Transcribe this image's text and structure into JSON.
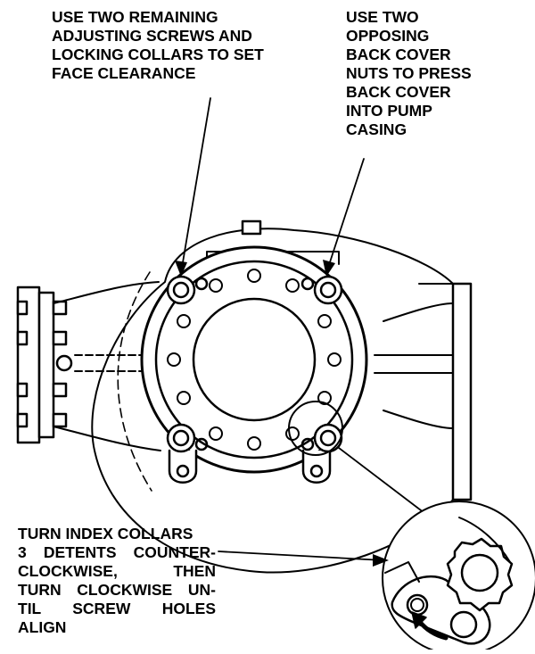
{
  "callouts": {
    "face_clearance": [
      "USE TWO REMAINING",
      "ADJUSTING SCREWS AND",
      "LOCKING COLLARS TO SET",
      "FACE CLEARANCE"
    ],
    "back_cover": [
      "USE TWO",
      "OPPOSING",
      "BACK COVER",
      "NUTS TO PRESS",
      "BACK COVER",
      "INTO PUMP",
      "CASING"
    ],
    "index_collars": [
      "TURN INDEX COLLARS",
      "3 DETENTS COUNTER-",
      "CLOCKWISE,   THEN",
      "TURN CLOCKWISE UN-",
      "TIL   SCREW   HOLES",
      "ALIGN"
    ]
  },
  "colors": {
    "line": "#000000",
    "background": "#ffffff"
  }
}
